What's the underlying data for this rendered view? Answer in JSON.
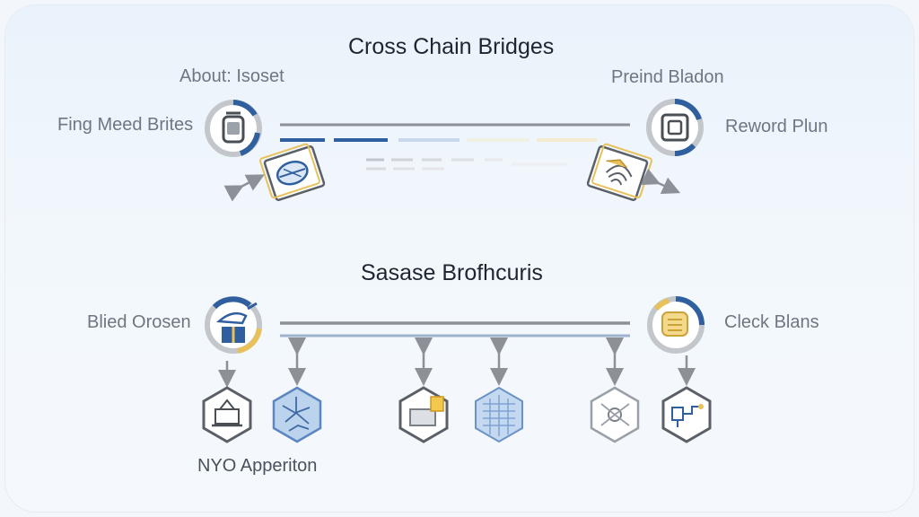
{
  "sections": {
    "top_title": "Cross Chain Bridges",
    "bottom_title": "Sasase Brofhcuris"
  },
  "labels": {
    "top_left_caption": "About: Isoset",
    "top_left_node": "Fing Meed Brites",
    "top_right_caption": "Preind Bladon",
    "top_right_node": "Reword Plun",
    "bottom_left_node": "Blied Orosen",
    "bottom_right_node": "Cleck Blans",
    "bottom_caption": "NYO Apperiton"
  },
  "icons": {
    "top_left_circle": "robot-icon",
    "top_right_circle": "chip-icon",
    "top_left_card": "helmet-card-icon",
    "top_right_card": "fingerprint-card-icon",
    "bottom_left_circle": "worker-icon",
    "bottom_right_circle": "hand-icon",
    "hexagons": [
      "building-icon",
      "network-icon",
      "folder-icon",
      "circuit-icon",
      "nodes-icon",
      "pipeline-icon"
    ]
  },
  "colors": {
    "accent_blue": "#2f5f9e",
    "accent_yellow": "#e8c15a",
    "ring_gray": "#8c9198",
    "line_gray": "#8d9096"
  }
}
